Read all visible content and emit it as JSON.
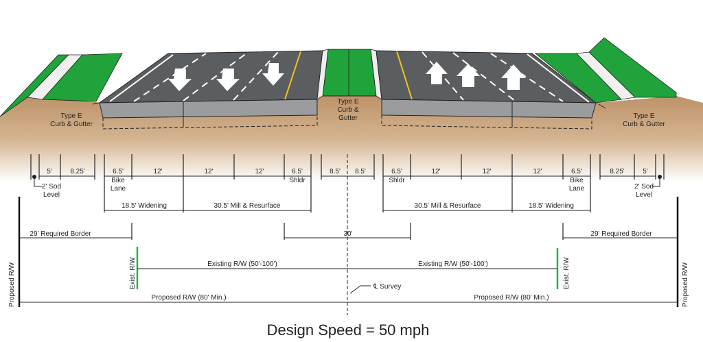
{
  "title": "Design Speed = 50 mph",
  "colors": {
    "grass": "#1fa33a",
    "asphalt": "#5b5e60",
    "concrete": "#9a9c9e",
    "soil": "#c8a27b",
    "yellow": "#f2c21b",
    "rw_green": "#22b24c"
  },
  "callouts": {
    "left_curb": [
      "Type E",
      "Curb & Gutter"
    ],
    "center_curb": [
      "Type E",
      "Curb &",
      "Gutter"
    ],
    "right_curb": [
      "Type E",
      "Curb & Gutter"
    ]
  },
  "dimensions_left": [
    "5'",
    "8.25'",
    "6.5'",
    "12'",
    "12'",
    "12'",
    "6.5'",
    "8.5'"
  ],
  "dimensions_right": [
    "8.5'",
    "6.5'",
    "12'",
    "12'",
    "12'",
    "6.5'",
    "8.25'",
    "5'"
  ],
  "sublabels": {
    "sod": [
      "2' Sod",
      "Level"
    ],
    "bike_lane": [
      "Bike",
      "Lane"
    ],
    "shldr": "Shldr"
  },
  "spans": {
    "widening": "18.5' Widening",
    "mill": "30.5' Mill & Resurface",
    "border": "29' Required Border",
    "median": "30'",
    "existing_rw": "Existing R/W (50'-100')",
    "exist_rw_label": "Exist. R/W",
    "proposed_rw": "Proposed R/W (80' Min.)",
    "proposed_rw_label": "Proposed R/W",
    "survey": "℄ Survey"
  }
}
